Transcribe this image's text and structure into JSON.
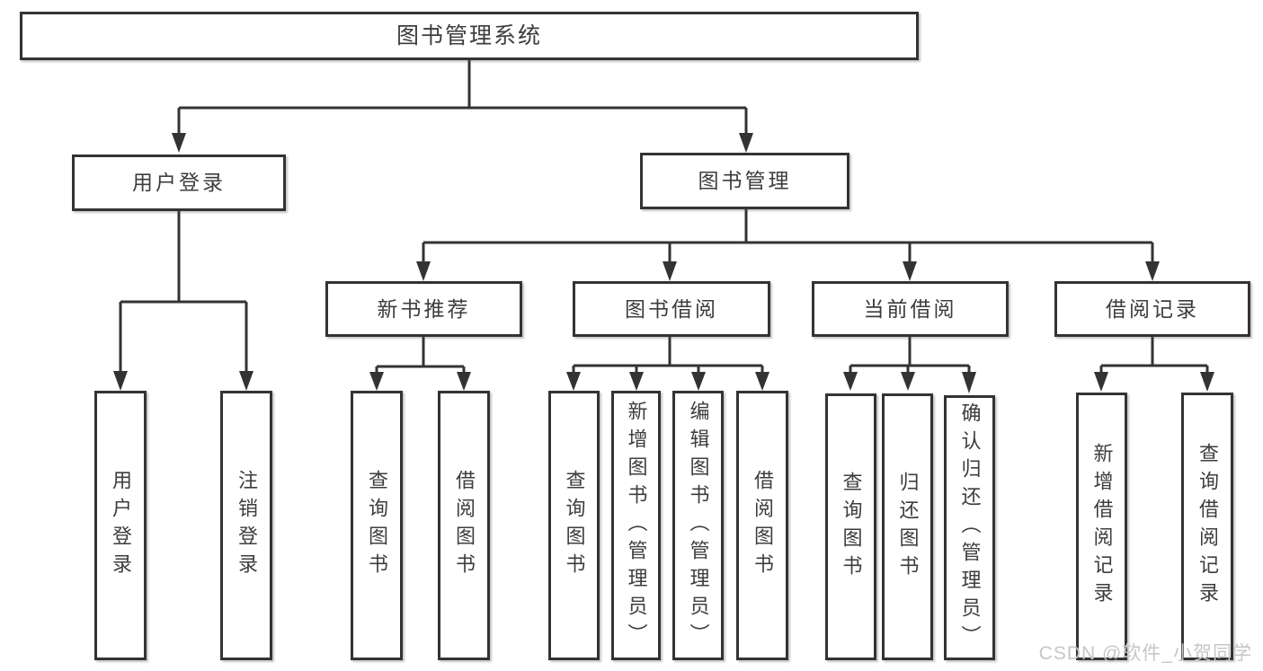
{
  "diagram": {
    "type": "hierarchy",
    "colors": {
      "line": "#333333",
      "text": "#3d3d3d",
      "background": "#ffffff",
      "watermark": "#c6c6c6"
    },
    "tree": {
      "label": "图书管理系统",
      "children": [
        {
          "label": "用户登录",
          "children": [
            {
              "label": "用户登录"
            },
            {
              "label": "注销登录"
            }
          ]
        },
        {
          "label": "图书管理",
          "children": [
            {
              "label": "新书推荐",
              "children": [
                {
                  "label": "查询图书"
                },
                {
                  "label": "借阅图书"
                }
              ]
            },
            {
              "label": "图书借阅",
              "children": [
                {
                  "label": "查询图书"
                },
                {
                  "label": "新增图书（管理员）"
                },
                {
                  "label": "编辑图书（管理员）"
                },
                {
                  "label": "借阅图书"
                }
              ]
            },
            {
              "label": "当前借阅",
              "children": [
                {
                  "label": "查询图书"
                },
                {
                  "label": "归还图书"
                },
                {
                  "label": "确认归还（管理员）"
                }
              ]
            },
            {
              "label": "借阅记录",
              "children": [
                {
                  "label": "新增借阅记录"
                },
                {
                  "label": "查询借阅记录"
                }
              ]
            }
          ]
        }
      ]
    },
    "watermark": "CSDN @软件_小贺同学"
  }
}
